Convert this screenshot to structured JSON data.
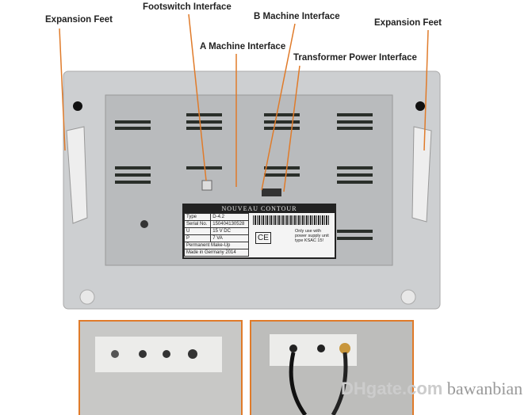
{
  "callouts": {
    "expansion_feet_left": "Expansion Feet",
    "footswitch": "Footswitch Interface",
    "b_machine": "B Machine Interface",
    "a_machine": "A Machine Interface",
    "transformer": "Transformer Power Interface",
    "expansion_feet_right": "Expansion Feet"
  },
  "device_label": {
    "brand": "NOUVEAU CONTOUR",
    "rows": [
      [
        "Type",
        "D-4.2"
      ],
      [
        "Serial No.",
        "150404130528"
      ],
      [
        "U",
        "15 V DC"
      ],
      [
        "P",
        "7 VA"
      ]
    ],
    "permanent": "Permanent Make-Up",
    "made_in": "Made in Germany 2014",
    "ce": "CE",
    "note": "Only use with power supply unit type KSAC 15!"
  },
  "watermark": {
    "logo": "DHgate.com",
    "seller": "bawanbian"
  },
  "colors": {
    "accent": "#e07b2a",
    "panel": "#c9cbcd",
    "recess": "#b8babc"
  }
}
